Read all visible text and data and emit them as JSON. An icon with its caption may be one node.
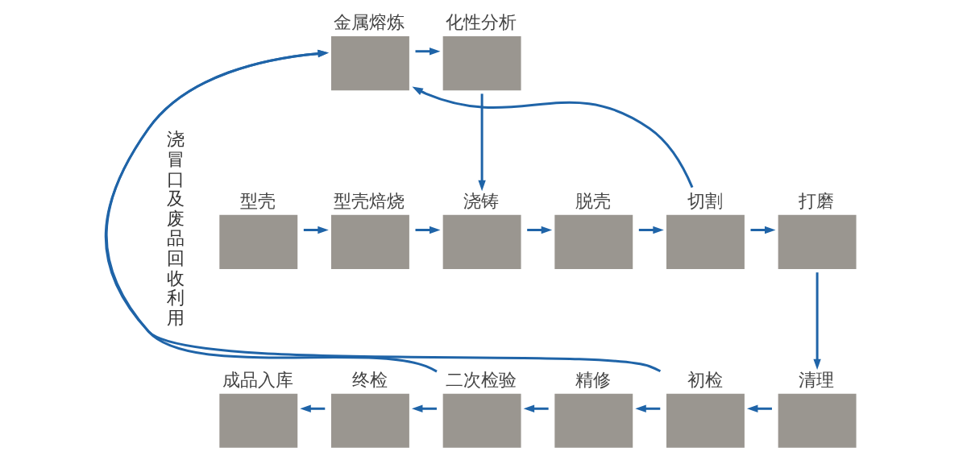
{
  "diagram": {
    "nodes": [
      {
        "text": [
          "金属熔炼"
        ]
      },
      {
        "text": [
          "化性分析"
        ]
      },
      {
        "text": [
          "型壳"
        ]
      },
      {
        "text": [
          "型壳焙烧"
        ]
      },
      {
        "text": [
          "浇铸"
        ]
      },
      {
        "text": [
          "脱壳"
        ]
      },
      {
        "text": [
          "切割"
        ]
      },
      {
        "text": [
          "打磨"
        ]
      },
      {
        "text": [
          "清理"
        ]
      },
      {
        "text": [
          "初检"
        ]
      },
      {
        "text": [
          "精修"
        ]
      },
      {
        "text": [
          "二次检验"
        ]
      },
      {
        "text": [
          "终检"
        ]
      },
      {
        "text": [
          "成品入库"
        ]
      }
    ],
    "edges": [
      {
        "from": 0,
        "to": 1,
        "arrow": "to"
      },
      {
        "from": 1,
        "to": 4,
        "arrow": "to"
      },
      {
        "from": 2,
        "to": 3,
        "arrow": "to"
      },
      {
        "from": 3,
        "to": 4,
        "arrow": "to"
      },
      {
        "from": 4,
        "to": 5,
        "arrow": "to"
      },
      {
        "from": 5,
        "to": 6,
        "arrow": "to"
      },
      {
        "from": 6,
        "to": 7,
        "arrow": "to"
      },
      {
        "from": 7,
        "to": 8,
        "arrow": "to"
      },
      {
        "from": 8,
        "to": 9,
        "arrow": "to"
      },
      {
        "from": 9,
        "to": 10,
        "arrow": "to"
      },
      {
        "from": 10,
        "to": 11,
        "arrow": "to"
      },
      {
        "from": 11,
        "to": 12,
        "arrow": "to"
      },
      {
        "from": 12,
        "to": 13,
        "arrow": "to"
      },
      {
        "from": 6,
        "to": 0,
        "arrow": "to"
      },
      {
        "from": 9,
        "to": 0,
        "arrow": "to"
      },
      {
        "from": 11,
        "to": 0,
        "arrow": "to"
      }
    ],
    "labels": [
      "浇冒口及废品回收利用"
    ]
  }
}
